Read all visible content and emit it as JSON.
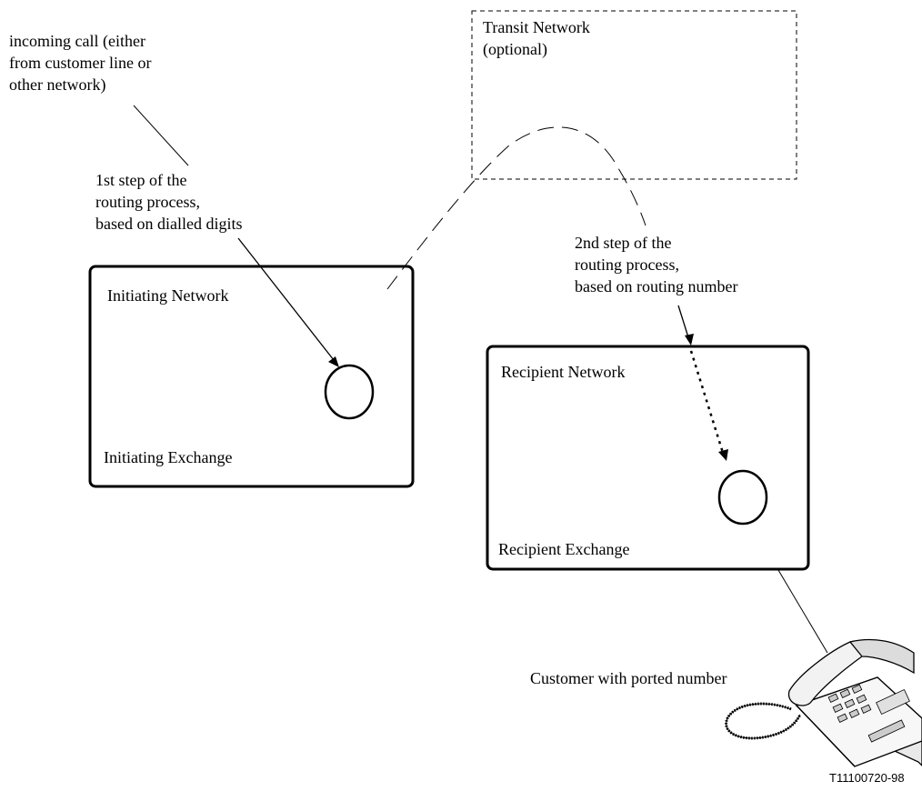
{
  "labels": {
    "incoming_call": "incoming call (either\nfrom customer line or\nother network)",
    "transit_network": "Transit Network\n(optional)",
    "step1": "1st step of the\nrouting process,\nbased on dialled digits",
    "step2": "2nd step of the\nrouting process,\nbased on routing number",
    "initiating_network": "Initiating Network",
    "initiating_exchange": "Initiating Exchange",
    "recipient_network": "Recipient Network",
    "recipient_exchange": "Recipient Exchange",
    "customer": "Customer with ported number"
  },
  "figure_id": "T11100720-98",
  "colors": {
    "stroke": "#000000",
    "background": "#ffffff"
  },
  "icons": {
    "telephone": "desk-telephone-icon"
  }
}
